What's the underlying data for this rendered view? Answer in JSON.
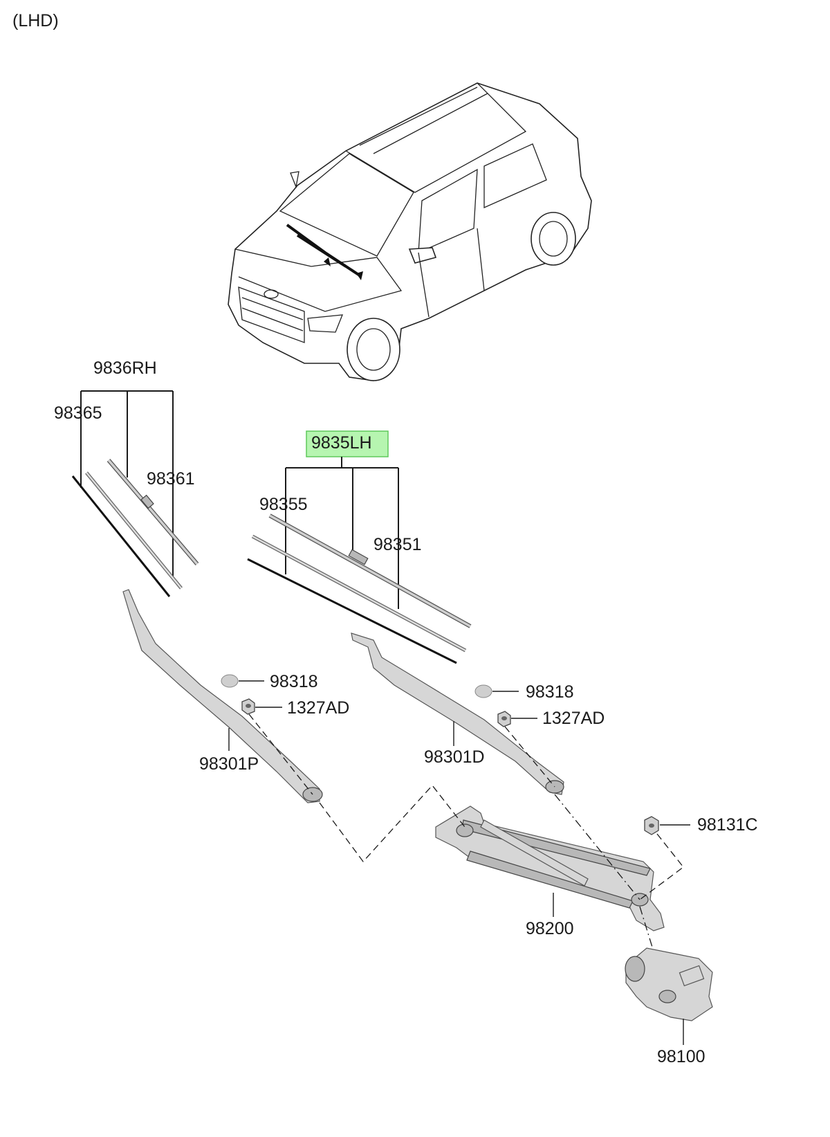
{
  "view_label": "(LHD)",
  "highlight_color": "#b6f5b0",
  "highlight_border": "#5fc95a",
  "labels": {
    "rh_assembly": "9836RH",
    "rh_refill": "98365",
    "rh_blade": "98361",
    "lh_assembly": "9835LH",
    "lh_refill": "98355",
    "lh_blade": "98351",
    "cap_left": "98318",
    "nut_left": "1327AD",
    "arm_passenger": "98301P",
    "cap_right": "98318",
    "nut_right": "1327AD",
    "arm_driver": "98301D",
    "bolt": "98131C",
    "linkage": "98200",
    "motor": "98100"
  }
}
